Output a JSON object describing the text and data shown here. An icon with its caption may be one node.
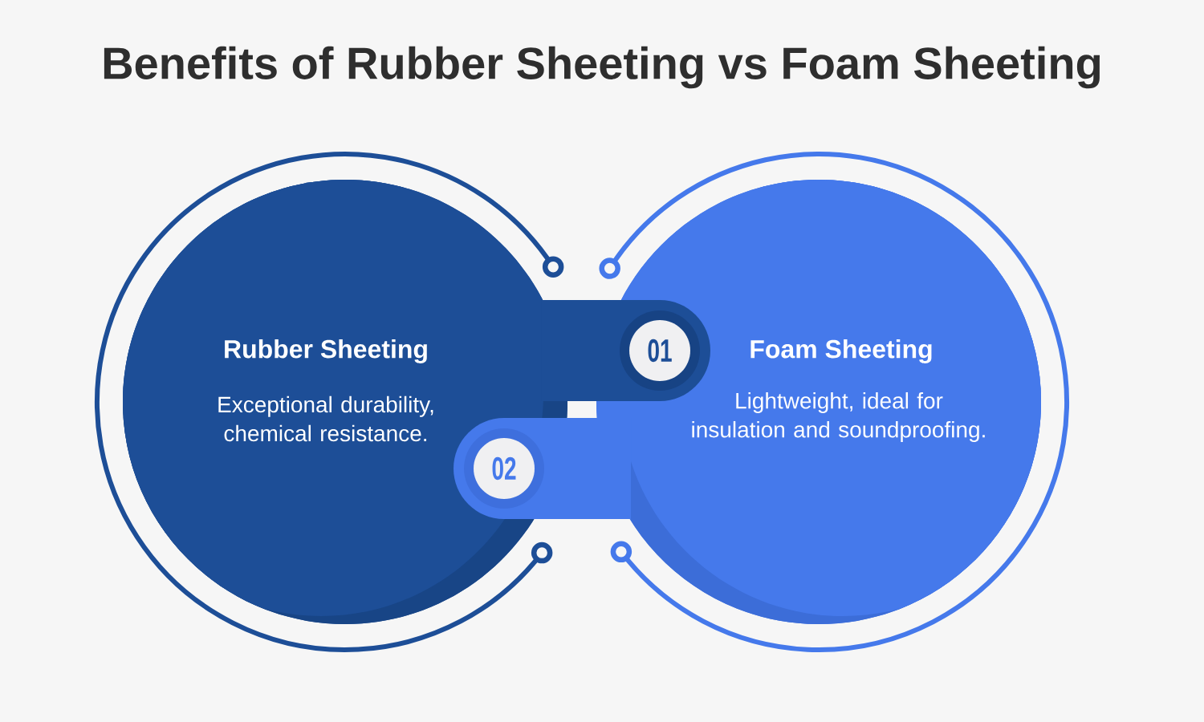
{
  "diagram": {
    "title": "Benefits of Rubber Sheeting vs Foam Sheeting",
    "nodes": [
      {
        "text": [
          "Rubber Sheeting",
          "Exceptional durability, chemical resistance."
        ]
      },
      {
        "text": [
          "01"
        ],
        "in": 2
      },
      {
        "text": [
          "Foam Sheeting",
          "Lightweight, ideal for insulation and soundproofing."
        ]
      },
      {
        "text": [
          "02"
        ],
        "in": 0
      }
    ]
  }
}
